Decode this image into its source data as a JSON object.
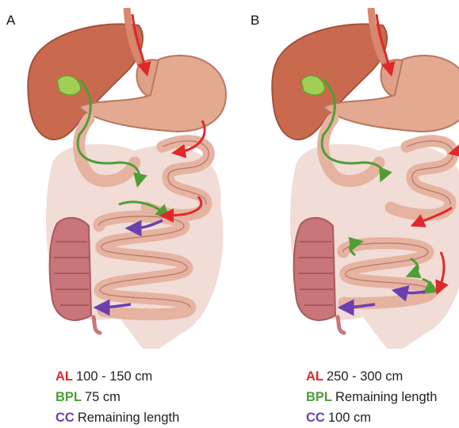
{
  "colors": {
    "alimentary_limb": "#e0282a",
    "biliopancreatic_limb": "#4f9e35",
    "common_channel": "#6c3fb0",
    "liver": "#c96a4f",
    "stomach": "#dfa08a",
    "small_bowel": "#e6b3a1",
    "colon_right": "#c8767a",
    "fat": "#f1dcd6"
  },
  "panels": [
    {
      "letter": "A",
      "legend": [
        {
          "abbr": "AL",
          "text": "100 - 150 cm",
          "color": "#e0282a"
        },
        {
          "abbr": "BPL",
          "text": "75 cm",
          "color": "#4f9e35"
        },
        {
          "abbr": "CC",
          "text": "Remaining length",
          "color": "#6c3fb0"
        }
      ]
    },
    {
      "letter": "B",
      "legend": [
        {
          "abbr": "AL",
          "text": "250 - 300 cm",
          "color": "#e0282a"
        },
        {
          "abbr": "BPL",
          "text": "Remaining length",
          "color": "#4f9e35"
        },
        {
          "abbr": "CC",
          "text": "100 cm",
          "color": "#6c3fb0"
        }
      ]
    }
  ]
}
